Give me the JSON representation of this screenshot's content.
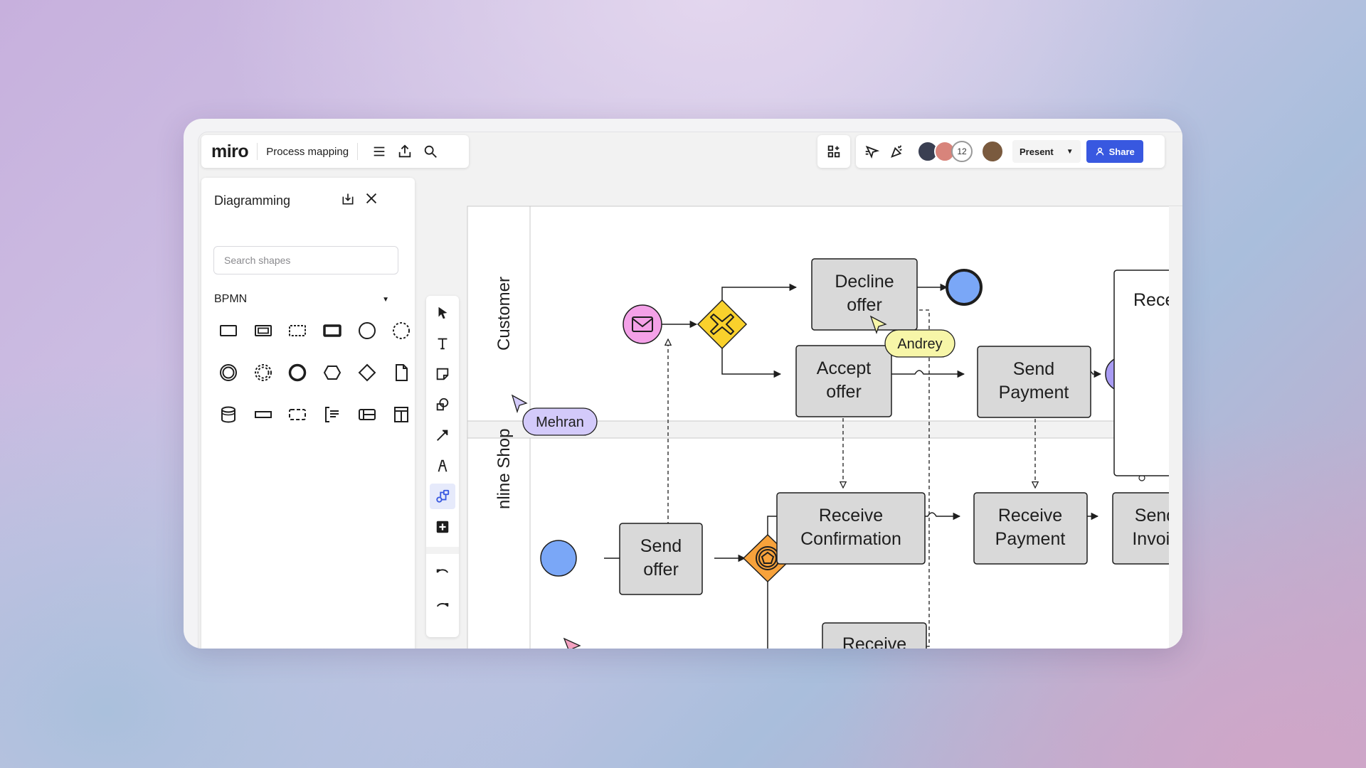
{
  "header": {
    "logo": "miro",
    "board_title": "Process mapping",
    "collaborator_count": "12",
    "present_label": "Present",
    "share_label": "Share"
  },
  "panel": {
    "title": "Diagramming",
    "search_placeholder": "Search shapes",
    "section_label": "BPMN"
  },
  "diagram": {
    "lanes": [
      "Customer",
      "nline Shop"
    ],
    "tasks": {
      "decline": [
        "Decline",
        "offer"
      ],
      "accept": [
        "Accept",
        "offer"
      ],
      "send_payment": [
        "Send",
        "Payment"
      ],
      "receive_conf": [
        "Receive",
        "Confirmation"
      ],
      "receive_payment": [
        "Receive",
        "Payment"
      ],
      "send_invoice": [
        "Send",
        "Invoic"
      ],
      "send_offer": [
        "Send",
        "offer"
      ],
      "receive_bottom": "Receive",
      "receive_right": "Receiv"
    },
    "cursors": {
      "andrey": "Andrey",
      "mehran": "Mehran"
    }
  },
  "colors": {
    "brand_blue": "#3858e0",
    "task_fill": "#d9d9d9",
    "event_blue": "#7aa7f7",
    "event_purple": "#a99cf4",
    "message_pink": "#f4a1e8",
    "gateway_yellow": "#f9d12c",
    "gateway_orange": "#f7a23b",
    "cursor_andrey": "#f7f6a8",
    "cursor_mehran": "#d3cafa"
  }
}
